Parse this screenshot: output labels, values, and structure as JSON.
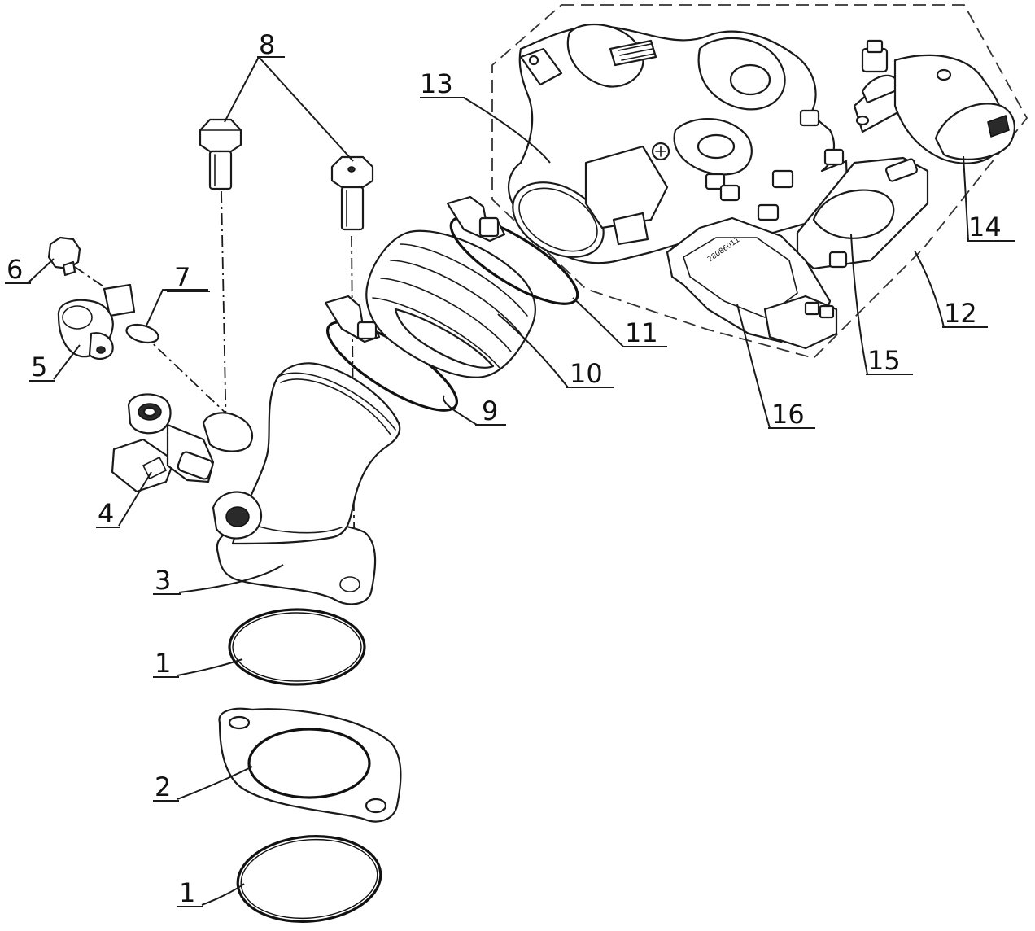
{
  "diagram": {
    "callouts": {
      "c1_upper": "1",
      "c1_lower": "1",
      "c2": "2",
      "c3": "3",
      "c4": "4",
      "c5": "5",
      "c6": "6",
      "c7": "7",
      "c8": "8",
      "c9": "9",
      "c10": "10",
      "c11": "11",
      "c12": "12",
      "c13": "13",
      "c14": "14",
      "c15": "15",
      "c16": "16"
    },
    "sensor_stamp": "28086011"
  }
}
